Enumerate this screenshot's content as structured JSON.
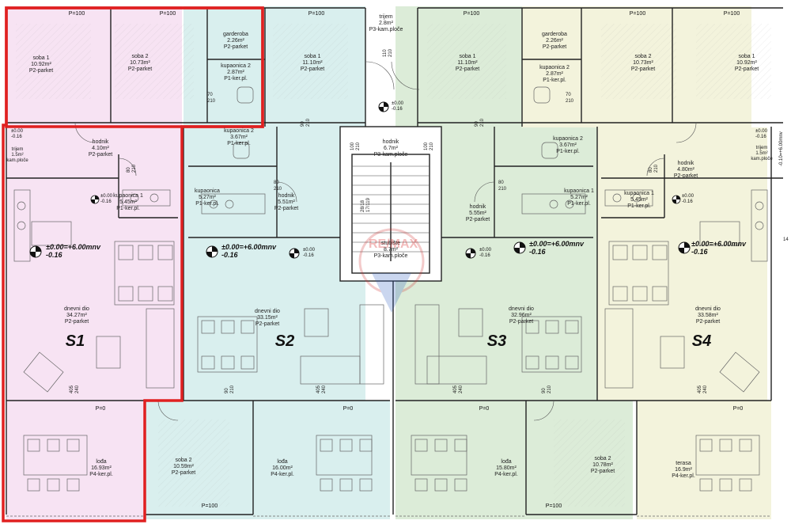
{
  "colors": {
    "s1_fill": "#f7e3f3",
    "s2_fill": "#d9efee",
    "s3_fill": "#dcecd8",
    "s4_fill": "#f3f3dc",
    "core_fill": "#ffffff",
    "highlight": "#e02020",
    "wall": "#222222"
  },
  "units": [
    {
      "id": "S1",
      "label": "S1"
    },
    {
      "id": "S2",
      "label": "S2"
    },
    {
      "id": "S3",
      "label": "S3"
    },
    {
      "id": "S4",
      "label": "S4"
    }
  ],
  "rooms": {
    "s1_soba1": [
      "soba 1",
      "10.92m²",
      "P2-parket"
    ],
    "s1_soba2": [
      "soba 2",
      "10.73m²",
      "P2-parket"
    ],
    "s1_garderoba": [
      "garderoba",
      "2.26m²",
      "P2-parket"
    ],
    "s1_kupaonica2": [
      "kupaonica 2",
      "2.87m²",
      "P1-ker.pl."
    ],
    "s1_hodnik": [
      "hodnik",
      "4.10m²",
      "P2-parket"
    ],
    "s1_trijem": [
      "trijem",
      "1.5m²",
      "kam.ploče"
    ],
    "s1_kupaonica1": [
      "kupaonica 1",
      "5.45m²",
      "P1-ker.pl."
    ],
    "s1_dnevni": [
      "dnevni dio",
      "34.27m²",
      "P2-parket"
    ],
    "s1_loda": [
      "lođa",
      "16.93m²",
      "P4-ker.pl."
    ],
    "s2_soba1": [
      "soba 1",
      "11.10m²",
      "P2-parket"
    ],
    "s2_kupaonica2": [
      "kupaonica 2",
      "3.67m²",
      "P1-ker.pl."
    ],
    "s2_kupaonica": [
      "kupaonica",
      "5.27m²",
      "P1-ker.pl."
    ],
    "s2_hodnik": [
      "hodnik",
      "5.51m²",
      "P2-parket"
    ],
    "s2_dnevni": [
      "dnevni dio",
      "33.15m²",
      "P2-parket"
    ],
    "s2_soba2": [
      "soba 2",
      "10.59m²",
      "P2-parket"
    ],
    "s2_loda": [
      "lođa",
      "16.00m²",
      "P4-ker.pl."
    ],
    "core_trijem": [
      "trijem",
      "2.8m²",
      "P3-kam.ploče"
    ],
    "core_hodnik": [
      "hodnik",
      "6.7m²",
      "P3-kam.ploče"
    ],
    "core_stubiste": [
      "stubište",
      "8.7m²",
      "P3-kam.ploče"
    ],
    "s3_soba1": [
      "soba 1",
      "11.10m²",
      "P2-parket"
    ],
    "s3_kupaonica2": [
      "kupaonica 2",
      "3.67m²",
      "P1-ker.pl."
    ],
    "s3_kupaonica1": [
      "kupaonica 1",
      "5.27m²",
      "P1-ker.pl."
    ],
    "s3_hodnik": [
      "hodnik",
      "5.55m²",
      "P2-parket"
    ],
    "s3_dnevni": [
      "dnevni dio",
      "32.96m²",
      "P2-parket"
    ],
    "s3_loda": [
      "lođa",
      "15.80m²",
      "P4-ker.pl."
    ],
    "s3_soba2": [
      "soba 2",
      "10.78m²",
      "P2-parket"
    ],
    "s4_garderoba": [
      "garderoba",
      "2.26m²",
      "P2-parket"
    ],
    "s4_kupaonica2": [
      "kupaonica 2",
      "2.87m²",
      "P1-ker.pl."
    ],
    "s4_soba2": [
      "soba 2",
      "10.73m²",
      "P2-parket"
    ],
    "s4_soba1": [
      "soba 1",
      "10.92m²",
      "P2-parket"
    ],
    "s4_hodnik": [
      "hodnik",
      "4.80m²",
      "P2-parket"
    ],
    "s4_trijem": [
      "trijem",
      "1.5m²",
      "kam.ploče"
    ],
    "s4_kupaonica1": [
      "kupaonica 1",
      "5.45m²",
      "P1-ker.pl."
    ],
    "s4_dnevni": [
      "dnevni dio",
      "33.58m²",
      "P2-parket"
    ],
    "s4_terasa": [
      "terasa",
      "16.9m²",
      "P4-ker.pl."
    ]
  },
  "levels": {
    "main": "±0.00=+6.00mnv",
    "main_sub": "-0.16",
    "small": "±0.00",
    "small_sub": "-0.16",
    "edge": "-0.16",
    "vertical": "-0.10=+6.00mnv"
  },
  "parapets": {
    "p100": "P=100",
    "p0": "P=0"
  },
  "dims": {
    "d100": "100",
    "d210": "210",
    "d90": "90",
    "d80": "80",
    "d70": "70",
    "d110": "110",
    "d405": "405",
    "d240": "240",
    "d14": "14",
    "stair_a": "28/18",
    "stair_b": "17/119"
  },
  "watermark": "RE/MAX"
}
